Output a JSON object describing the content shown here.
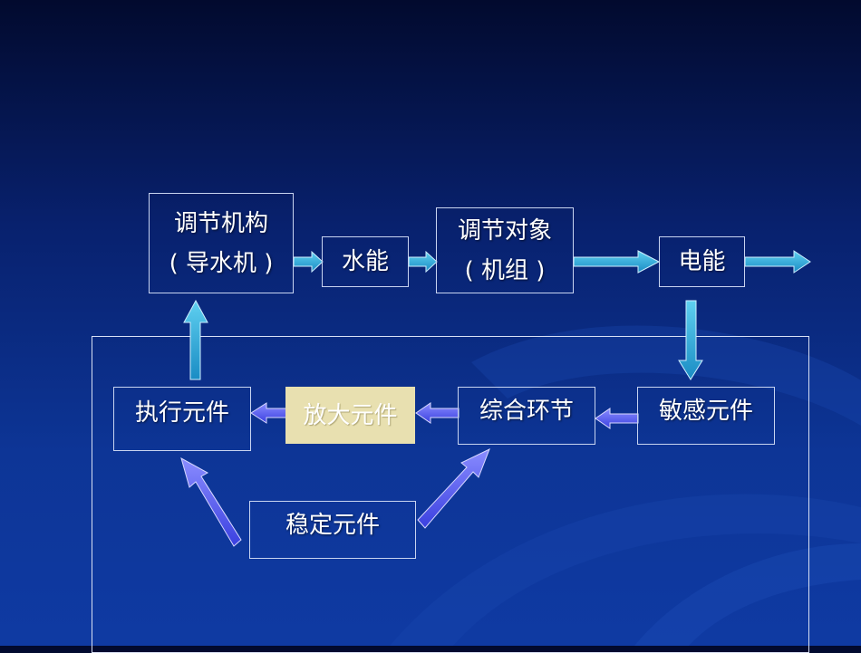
{
  "diagram": {
    "boxes": {
      "actuator": {
        "line1": "调节机构",
        "line2": "( 导水机 )"
      },
      "water_energy": {
        "label": "水能"
      },
      "controlled_object": {
        "line1": "调节对象",
        "line2": "( 机组 )"
      },
      "electric_energy": {
        "label": "电能"
      },
      "executive_element": {
        "label": "执行元件"
      },
      "amplifier_element": {
        "label": "放大元件"
      },
      "summing_link": {
        "label": "综合环节"
      },
      "sensing_element": {
        "label": "敏感元件"
      },
      "stabilizing_element": {
        "label": "稳定元件"
      }
    },
    "colors": {
      "forward_arrow": "#29a6d9",
      "feedback_arrow": "#4a52f0",
      "highlight_box": "#e8e0b0"
    }
  }
}
